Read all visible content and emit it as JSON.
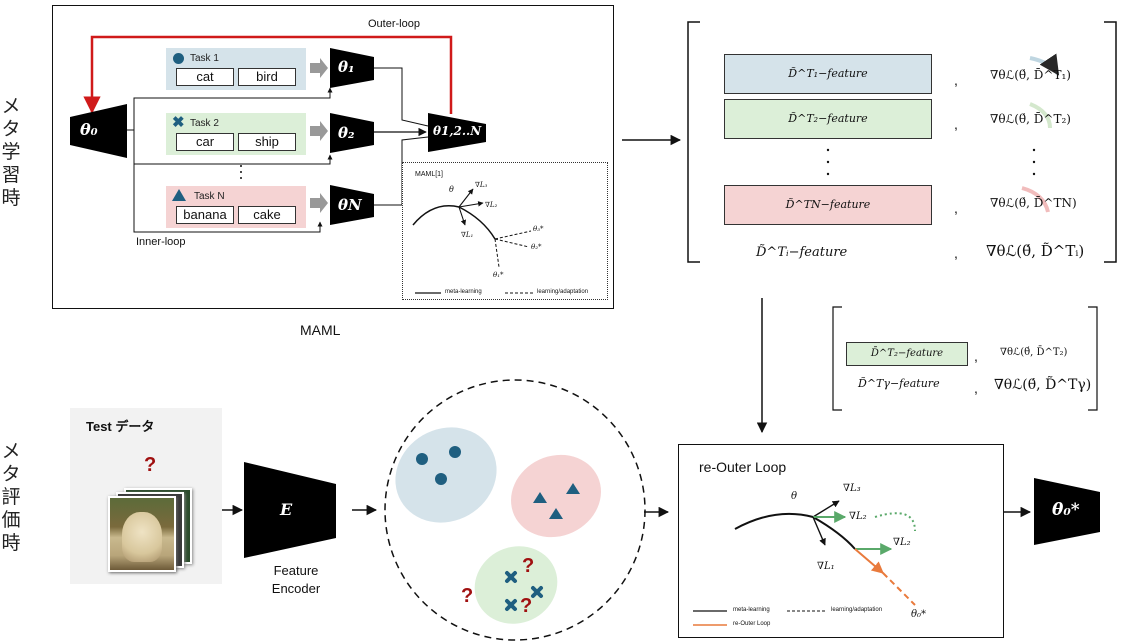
{
  "side_labels": {
    "meta_train": "メタ学習時",
    "meta_eval": "メタ評価時"
  },
  "maml": {
    "outer_loop": "Outer-loop",
    "inner_loop": "Inner-loop",
    "caption": "MAML",
    "tasks": [
      {
        "label": "Task 1",
        "chips": [
          "cat",
          "bird"
        ],
        "color": "#d5e3ea",
        "marker": "circle"
      },
      {
        "label": "Task 2",
        "chips": [
          "car",
          "ship"
        ],
        "color": "#dcefd8",
        "marker": "cross"
      },
      {
        "label": "Task N",
        "chips": [
          "banana",
          "cake"
        ],
        "color": "#f5d3d3",
        "marker": "triangle"
      }
    ],
    "theta0": "θ₀",
    "theta1": "θ₁",
    "theta2": "θ₂",
    "thetaN": "θN",
    "theta_agg": "θ1,2..N",
    "inset": {
      "title": "MAML[1]",
      "theta": "θ",
      "grads": [
        "∇L₃",
        "∇L₂",
        "∇L₁"
      ],
      "targets": [
        "θ₃*",
        "θ₂*",
        "θ₁*"
      ],
      "legend_solid": "meta-learning",
      "legend_dashed": "learning/adaptation"
    }
  },
  "feature_bracket": {
    "rows": [
      {
        "feature": "D̃^T₁−feature",
        "grad": "∇θℒ(θ́, D̄^T₁)",
        "color": "#d5e3ea"
      },
      {
        "feature": "D̃^T₂−feature",
        "grad": "∇θℒ(θ́, D̄^T₂)",
        "color": "#dcefd8"
      },
      {
        "feature": "D̃^TN−feature",
        "grad": "∇θℒ(θ́, D̄^TN)",
        "color": "#f5d3d3"
      }
    ],
    "general_feature": "D̃^Tᵢ−feature",
    "general_grad": "∇θℒ(θ́, D̃^Tᵢ)",
    "comma": ","
  },
  "selected_bracket": {
    "row1_feature": "D̄^T₂−feature",
    "row1_grad": "∇θℒ(θ́, D̄^T₂)",
    "row1_color": "#dcefd8",
    "row2_feature": "D̃^Tγ−feature",
    "row2_grad": "∇θℒ(θ́, D̃^Tγ)"
  },
  "eval": {
    "test_data_label": "Test データ",
    "question": "?",
    "encoder_symbol": "E",
    "encoder_caption_1": "Feature",
    "encoder_caption_2": "Encoder",
    "cluster_colors": {
      "blue": "#d5e3ea",
      "pink": "#f5d3d3",
      "green": "#dcefd8",
      "marker": "#1f5f80"
    }
  },
  "re_outer": {
    "title": "re-Outer Loop",
    "theta": "θ",
    "grads": [
      "∇L₃",
      "∇L₂",
      "∇L₁",
      "∇L₂"
    ],
    "target": "θ₀*",
    "legend_solid": "meta-learning",
    "legend_dashed": "learning/adaptation",
    "legend_orange": "re-Outer Loop",
    "green": "#5aa96a",
    "orange": "#e97a3c"
  },
  "final_output": "θ₀*"
}
